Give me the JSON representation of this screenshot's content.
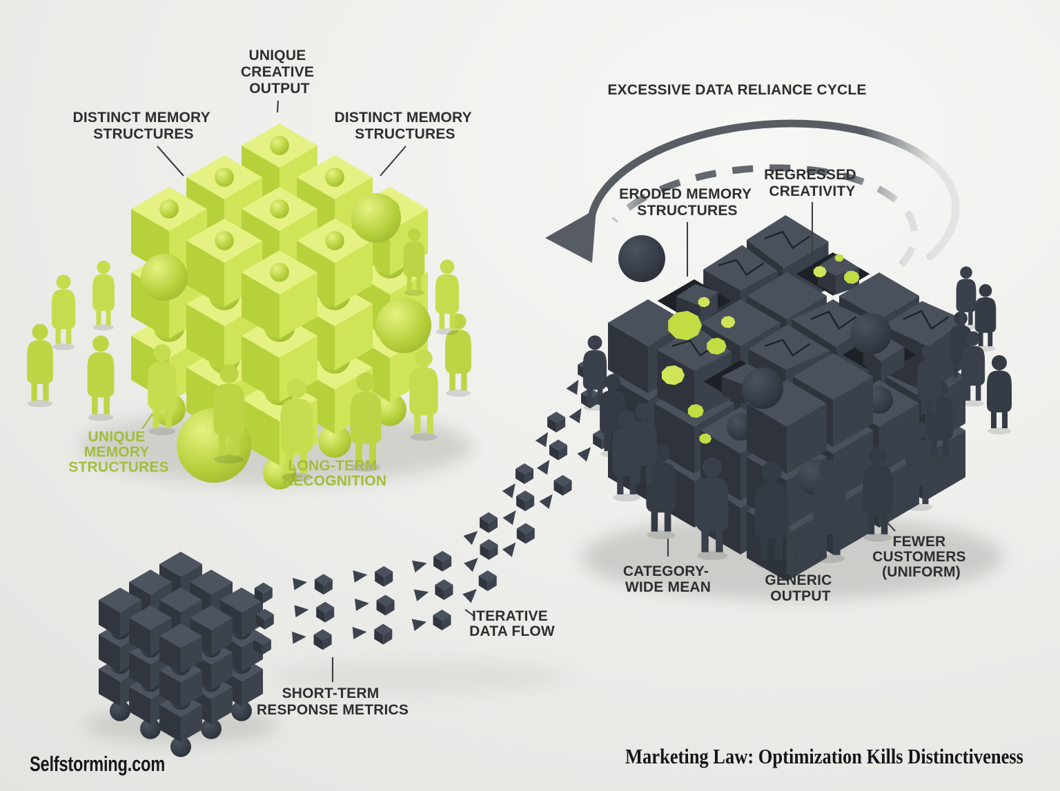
{
  "colors": {
    "background": "#ededeb",
    "lime": "#c7de52",
    "lime_dark": "#b9d23b",
    "lime_text": "#a2bd3b",
    "charcoal": "#3a404b",
    "label_text": "#2d2e2f",
    "cycle_arrow": "#585d64"
  },
  "annotations": {
    "unique_creative_output": {
      "lines": [
        "UNIQUE",
        "CREATIVE",
        "OUTPUT"
      ]
    },
    "distinct_memory_left": {
      "lines": [
        "DISTINCT MEMORY",
        "STRUCTURES"
      ]
    },
    "distinct_memory_right": {
      "lines": [
        "DISTINCT MEMORY",
        "STRUCTURES"
      ]
    },
    "excessive_data_reliance_cycle": {
      "text": "EXCESSIVE DATA RELIANCE CYCLE"
    },
    "eroded_memory_structures": {
      "lines": [
        "ERODED MEMORY",
        "STRUCTURES"
      ]
    },
    "regressed_creativity": {
      "lines": [
        "REGRESSED",
        "CREATIVITY"
      ]
    },
    "unique_memory_structures": {
      "lines": [
        "UNIQUE",
        "MEMORY",
        "STRUCTURES"
      ]
    },
    "long_term_recognition": {
      "lines": [
        "LONG-TERM",
        "RECOGNITION"
      ]
    },
    "iterative_data_flow": {
      "lines": [
        "ITERATIVE",
        "DATA FLOW"
      ]
    },
    "short_term_response_metrics": {
      "lines": [
        "SHORT-TERM",
        "RESPONSE METRICS"
      ]
    },
    "category_wide_mean": {
      "lines": [
        "CATEGORY-",
        "WIDE MEAN"
      ]
    },
    "generic_output": {
      "lines": [
        "GENERIC",
        "OUTPUT"
      ]
    },
    "fewer_customers_uniform": {
      "lines": [
        "FEWER",
        "CUSTOMERS",
        "(UNIFORM)"
      ]
    }
  },
  "footer": {
    "brand": "Selfstorming.com",
    "caption": "Marketing Law: Optimization Kills Distinctiveness"
  }
}
